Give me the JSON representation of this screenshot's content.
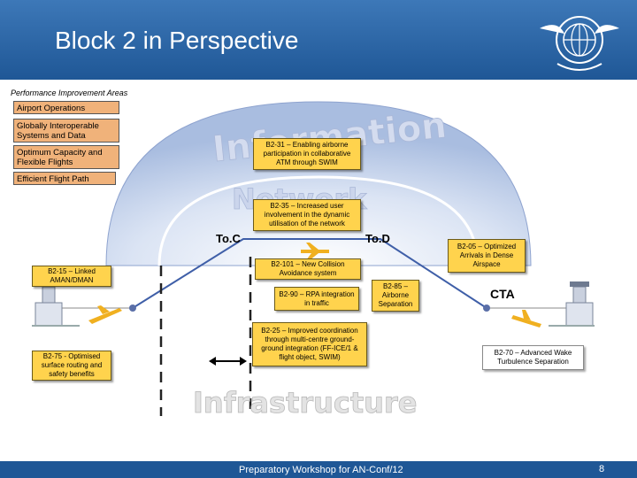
{
  "title": "Block 2 in Perspective",
  "pia_heading": "Performance Improvement Areas",
  "pia": [
    "Airport Operations",
    "Globally Interoperable Systems and Data",
    "Optimum Capacity and Flexible Flights",
    "Efficient Flight Path"
  ],
  "watermarks": {
    "information": "Information",
    "network": "Network",
    "infrastructure": "Infrastructure"
  },
  "modules": {
    "b2_31": "B2-31 – Enabling airborne participation in collaborative ATM through SWIM",
    "b2_35": "B2-35 – Increased user involvement in the dynamic utilisation of the network",
    "b2_15": "B2-15 – Linked AMAN/DMAN",
    "b2_75": "B2-75 - Optimised surface routing and safety benefits",
    "b2_101": "B2-101 – New Collision Avoidance system",
    "b2_90": "B2-90 – RPA integration in traffic",
    "b2_85": "B2-85 – Airborne Separation",
    "b2_25": "B2-25 – Improved coordination through multi-centre ground-ground integration (FF-ICE/1 & flight object, SWIM)",
    "b2_05": "B2-05 – Optimized Arrivals in Dense Airspace",
    "b2_70": "B2-70 – Advanced Wake Turbulence Separation"
  },
  "labels": {
    "toc": "To.C",
    "tod": "To.D",
    "cta": "CTA"
  },
  "footer": {
    "text": "Preparatory Workshop for AN-Conf/12",
    "page": "8"
  },
  "colors": {
    "header": "#2a66a8",
    "pia_box": "#f0b27a",
    "module_box": "#ffd34d",
    "dome": "#c9d6ee"
  }
}
